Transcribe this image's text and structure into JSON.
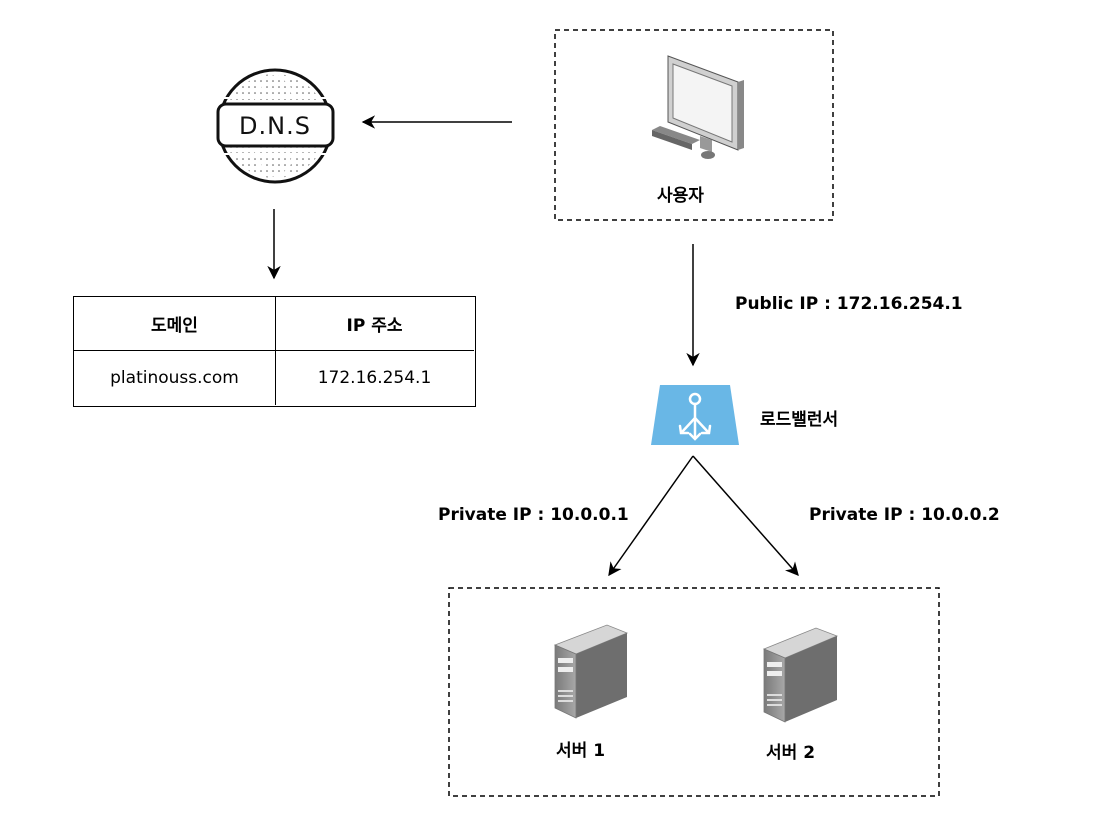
{
  "dns": {
    "logo_text": "D.N.S"
  },
  "user": {
    "label": "사용자"
  },
  "table": {
    "headers": [
      "도메인",
      "IP 주소"
    ],
    "rows": [
      [
        "platinouss.com",
        "172.16.254.1"
      ]
    ]
  },
  "links": {
    "public_ip": "Public IP : 172.16.254.1",
    "private_ip_1": "Private IP : 10.0.0.1",
    "private_ip_2": "Private IP : 10.0.0.2"
  },
  "load_balancer": {
    "label": "로드밸런서",
    "color": "#69B7E6"
  },
  "servers": [
    {
      "label": "서버 1"
    },
    {
      "label": "서버 2"
    }
  ]
}
